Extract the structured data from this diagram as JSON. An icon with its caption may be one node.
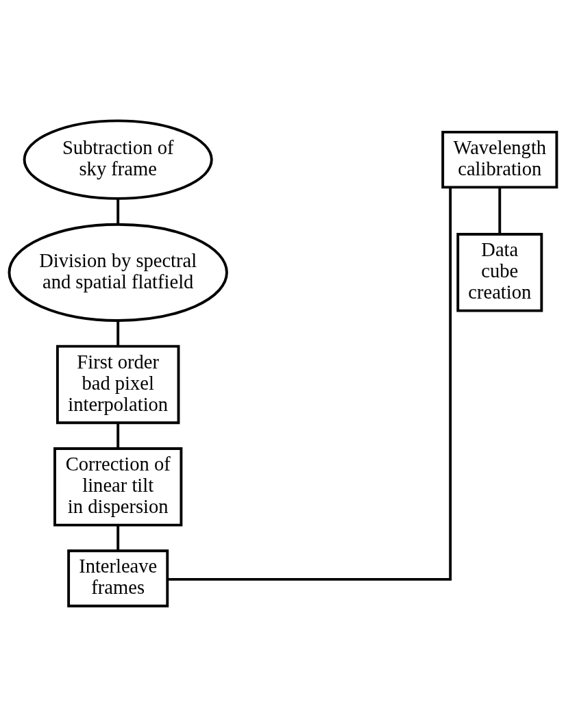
{
  "diagram": {
    "nodes": [
      {
        "text": [
          "Subtraction of sky frame"
        ]
      },
      {
        "text": [
          "Division by spectral and spatial flatfield"
        ]
      },
      {
        "text": [
          "First order bad pixel interpolation"
        ]
      },
      {
        "text": [
          "Correction of linear tilt in dispersion"
        ]
      },
      {
        "text": [
          "Interleave frames"
        ]
      },
      {
        "text": [
          "Wavelength calibration"
        ]
      },
      {
        "text": [
          "Data cube creation"
        ]
      }
    ],
    "edges": [
      {
        "from": 0,
        "to": 1,
        "arrow": "none"
      },
      {
        "from": 1,
        "to": 2,
        "arrow": "none"
      },
      {
        "from": 2,
        "to": 3,
        "arrow": "none"
      },
      {
        "from": 3,
        "to": 4,
        "arrow": "none"
      },
      {
        "from": 4,
        "to": 5,
        "arrow": "none"
      },
      {
        "from": 5,
        "to": 6,
        "arrow": "none"
      }
    ]
  }
}
